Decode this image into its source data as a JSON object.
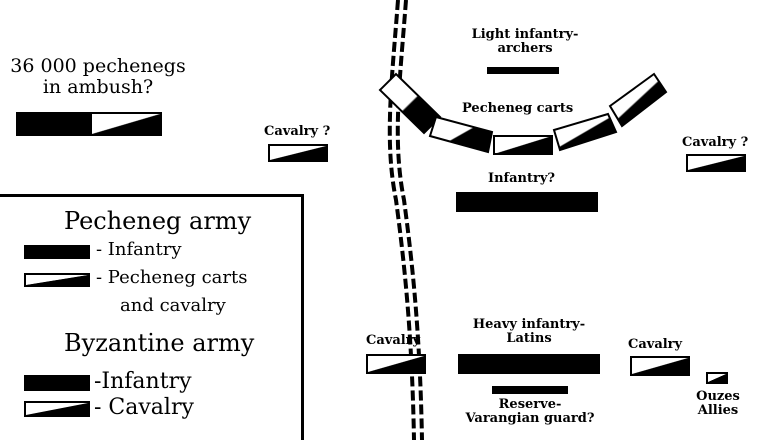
{
  "labels": {
    "ambush_line1": "36 000 pechenegs",
    "ambush_line2": "in ambush?",
    "light_infantry_line1": "Light infantry-",
    "light_infantry_line2": "archers",
    "pecheneg_carts": "Pecheneg carts",
    "cavalry_left": "Cavalry ?",
    "cavalry_right": "Cavalry ?",
    "infantry_q": "Infantry?",
    "heavy_infantry_line1": "Heavy infantry-",
    "heavy_infantry_line2": "Latins",
    "cavalry_byz_left": "Cavalry",
    "cavalry_byz_right": "Cavalry",
    "reserve_line1": "Reserve-",
    "reserve_line2": "Varangian guard?",
    "ouzes_line1": "Ouzes",
    "ouzes_line2": "Allies"
  },
  "legend": {
    "pecheneg_title": "Pecheneg army",
    "pecheneg_infantry": "- Infantry",
    "pecheneg_carts_line1": "- Pecheneg carts",
    "pecheneg_carts_line2": "and cavalry",
    "byzantine_title": "Byzantine army",
    "byzantine_infantry": "-Infantry",
    "byzantine_cavalry": "- Cavalry"
  }
}
